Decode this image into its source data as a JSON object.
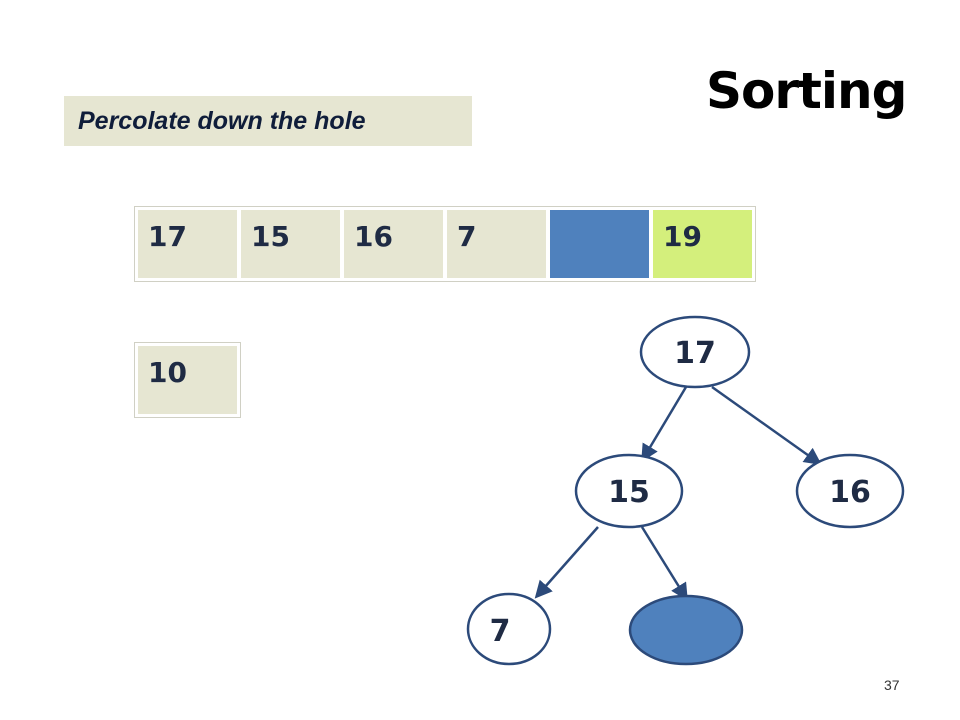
{
  "slide": {
    "title": "Sorting",
    "caption": "Percolate down the hole",
    "page_number": "37"
  },
  "array": {
    "cells": [
      {
        "value": "17",
        "state": "normal"
      },
      {
        "value": "15",
        "state": "normal"
      },
      {
        "value": "16",
        "state": "normal"
      },
      {
        "value": "7",
        "state": "normal"
      },
      {
        "value": "",
        "state": "hole"
      },
      {
        "value": "19",
        "state": "sorted"
      }
    ]
  },
  "temp": {
    "value": "10"
  },
  "tree": {
    "nodes": [
      {
        "label": "17",
        "state": "normal"
      },
      {
        "label": "15",
        "state": "normal"
      },
      {
        "label": "16",
        "state": "normal"
      },
      {
        "label": "7",
        "state": "normal"
      },
      {
        "label": "",
        "state": "hole"
      }
    ]
  },
  "colors": {
    "cell": "#e6e6d2",
    "hole": "#4f81bd",
    "sorted": "#d4ef7c",
    "edge": "#2c4a7a",
    "node_border": "#2c4a7a"
  }
}
